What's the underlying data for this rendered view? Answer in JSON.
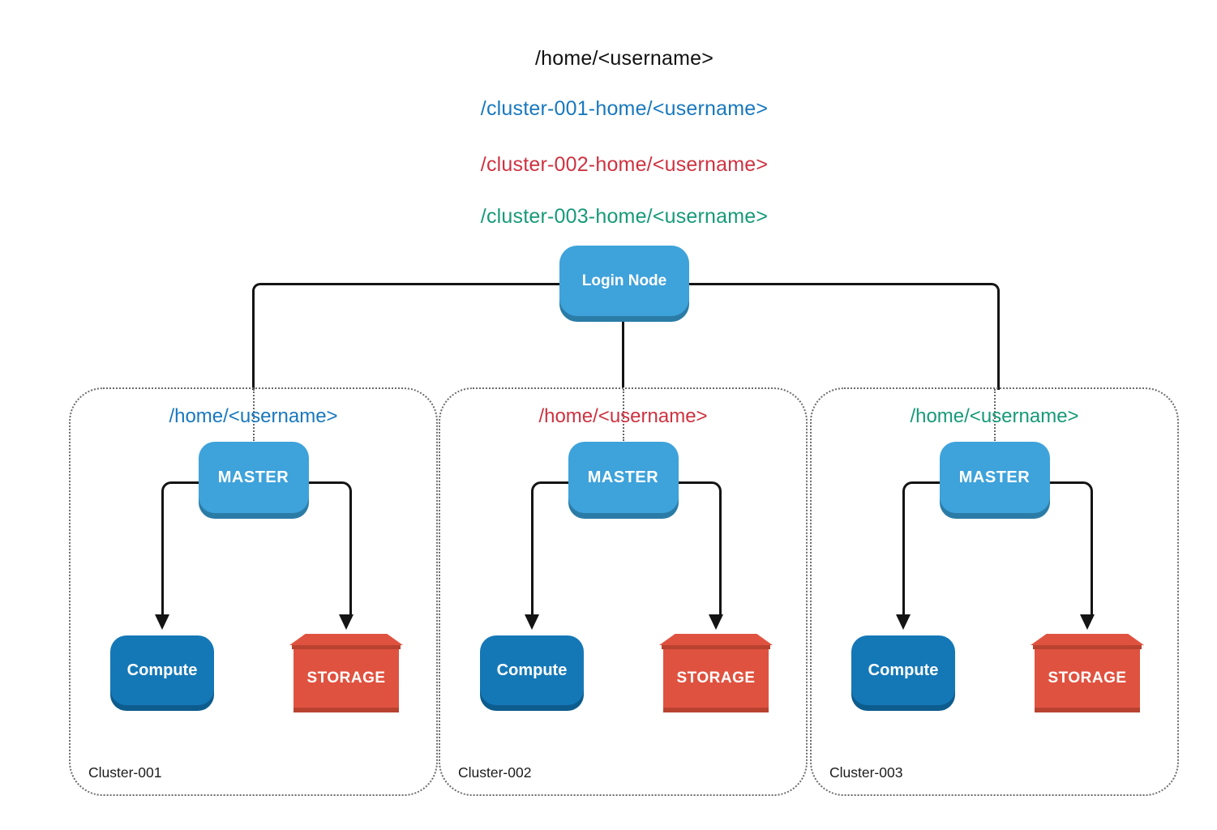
{
  "header_paths": [
    {
      "label": "/home/<username>",
      "color": "#111111"
    },
    {
      "label": "/cluster-001-home/<username>",
      "color": "#1878BE"
    },
    {
      "label": "/cluster-002-home/<username>",
      "color": "#CE3240"
    },
    {
      "label": "/cluster-003-home/<username>",
      "color": "#169A78"
    }
  ],
  "login_node": {
    "label": "Login Node"
  },
  "clusters": [
    {
      "name": "Cluster-001",
      "home_path": "/home/<username>",
      "path_color": "#1878BE",
      "master_label": "MASTER",
      "compute_label": "Compute",
      "storage_label": "STORAGE"
    },
    {
      "name": "Cluster-002",
      "home_path": "/home/<username>",
      "path_color": "#CE3240",
      "master_label": "MASTER",
      "compute_label": "Compute",
      "storage_label": "STORAGE"
    },
    {
      "name": "Cluster-003",
      "home_path": "/home/<username>",
      "path_color": "#169A78",
      "master_label": "MASTER",
      "compute_label": "Compute",
      "storage_label": "STORAGE"
    }
  ],
  "colors": {
    "node_blue": "#3EA2DB",
    "node_blue_shadow": "#2A7CA6",
    "compute_blue": "#1478B7",
    "compute_blue_shadow": "#0D5C8E",
    "storage_red": "#E05240",
    "storage_red_dark": "#B8422F",
    "line_black": "#141414",
    "cluster_border_gray": "#6b6b6b",
    "path_blue": "#1878BE",
    "path_red": "#CE3240",
    "path_green": "#169A78",
    "path_black": "#111111"
  }
}
